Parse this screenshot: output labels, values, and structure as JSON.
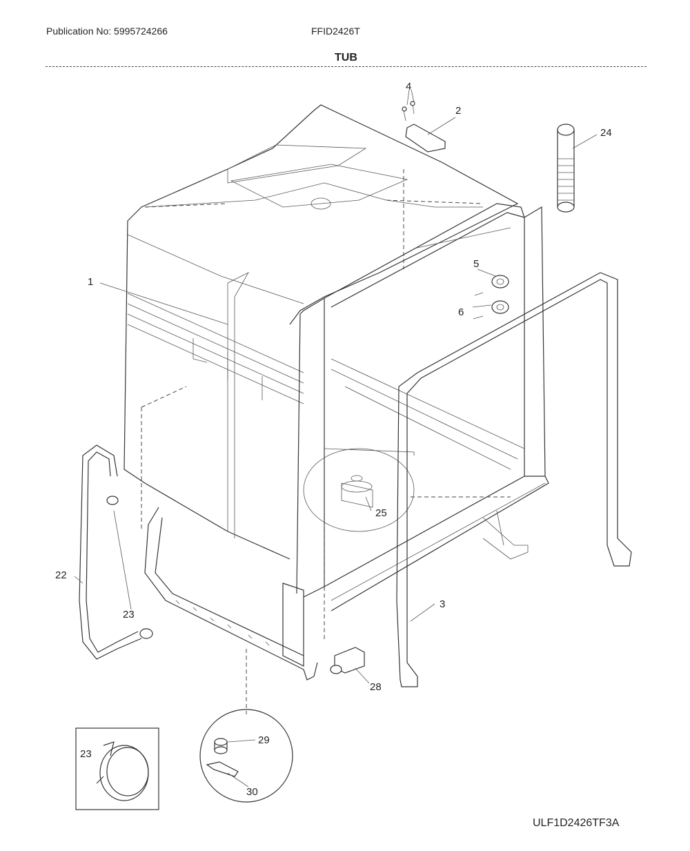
{
  "header": {
    "publication": "Publication No: 5995724266",
    "model": "FFID2426T",
    "section_title": "TUB"
  },
  "reference_code": "ULF1D2426TF3A",
  "callouts": [
    {
      "id": "c1",
      "label": "1"
    },
    {
      "id": "c2",
      "label": "2"
    },
    {
      "id": "c3",
      "label": "3"
    },
    {
      "id": "c4",
      "label": "4"
    },
    {
      "id": "c5",
      "label": "5"
    },
    {
      "id": "c6",
      "label": "6"
    },
    {
      "id": "c22",
      "label": "22"
    },
    {
      "id": "c23",
      "label": "23"
    },
    {
      "id": "c23b",
      "label": "23"
    },
    {
      "id": "c24",
      "label": "24"
    },
    {
      "id": "c25",
      "label": "25"
    },
    {
      "id": "c28",
      "label": "28"
    },
    {
      "id": "c29",
      "label": "29"
    },
    {
      "id": "c30",
      "label": "30"
    }
  ]
}
